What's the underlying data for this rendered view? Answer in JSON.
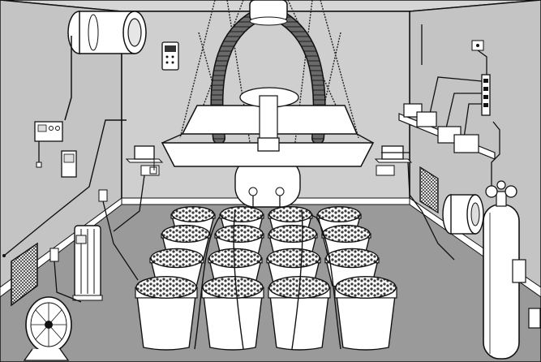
{
  "scene": {
    "subject": "hydroponic-grow-room",
    "colors": {
      "wall": "#c9c9c9",
      "floor": "#9a9a9a",
      "ceiling": "#d6d6d6",
      "line": "#111111",
      "white": "#ffffff",
      "hose": "#5f5f5f",
      "pebbles": "#3a3a3a",
      "chrome": "#e8e8e8"
    },
    "components": [
      "carbon-filter",
      "inline-fan",
      "exhaust-ducting",
      "grow-light-reflector",
      "digital-timer",
      "wall-thermostat",
      "power-strip",
      "nutrient-pumps",
      "intake-fan",
      "co2-cylinder",
      "co2-regulator",
      "oil-heater",
      "floor-fan",
      "vent-grille",
      "grow-buckets",
      "drip-lines"
    ],
    "bucket_grid": {
      "rows": 4,
      "columns": 4
    }
  }
}
